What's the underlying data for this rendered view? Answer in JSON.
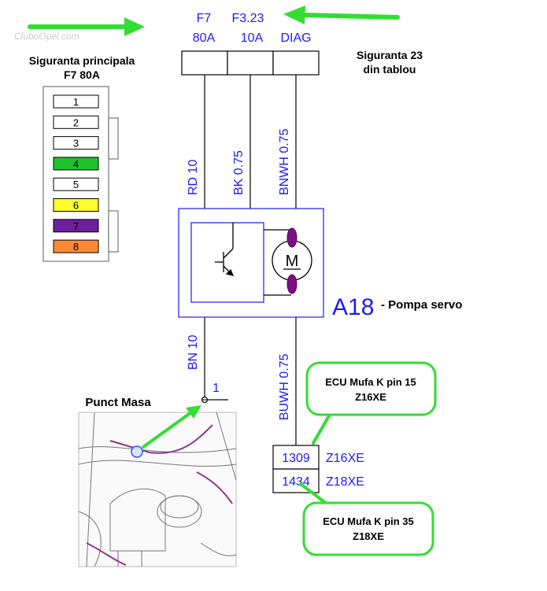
{
  "watermark": "CluboOpel.com",
  "fuses": {
    "f7": {
      "name": "F7",
      "rating": "80A"
    },
    "f323": {
      "name": "F3.23",
      "rating": "10A"
    },
    "diag": {
      "label": "DIAG"
    }
  },
  "main_fuse_label": {
    "line1": "Siguranta principala",
    "line2": "F7 80A"
  },
  "panel_fuse_label": {
    "line1": "Siguranta 23",
    "line2": "din tablou"
  },
  "fuse_slots": [
    {
      "label": "1",
      "color": "#ffffff"
    },
    {
      "label": "2",
      "color": "#ffffff"
    },
    {
      "label": "3",
      "color": "#ffffff"
    },
    {
      "label": "4",
      "color": "#1fc22b"
    },
    {
      "label": "5",
      "color": "#ffffff"
    },
    {
      "label": "6",
      "color": "#ffff2e"
    },
    {
      "label": "7",
      "color": "#6b1f9c"
    },
    {
      "label": "8",
      "color": "#ff8a33"
    }
  ],
  "wires": {
    "rd": "RD 10",
    "bk": "BK 0.75",
    "bnwh": "BNWH 0.75",
    "bn": "BN 10",
    "buwh": "BUWH 0.75"
  },
  "component": {
    "id": "A18",
    "description": "- Pompa servo",
    "motor_symbol": "M"
  },
  "ground": {
    "title": "Punct Masa",
    "number": "1"
  },
  "connector": {
    "rows": [
      {
        "pin": "1309",
        "engine": "Z16XE"
      },
      {
        "pin": "1434",
        "engine": "Z18XE"
      }
    ]
  },
  "callouts": {
    "pin15": {
      "line1": "ECU Mufa K pin 15",
      "line2": "Z16XE"
    },
    "pin35": {
      "line1": "ECU Mufa K pin 35",
      "line2": "Z18XE"
    }
  },
  "colors": {
    "wire_text": "#1a1aff",
    "component_border": "#1a1aff",
    "motor_purple": "#7a1080",
    "arrow_green": "#33dd33"
  },
  "icons": [
    "arrow-right-icon",
    "arrow-left-icon",
    "motor-icon",
    "transistor-icon",
    "ground-point-icon"
  ]
}
